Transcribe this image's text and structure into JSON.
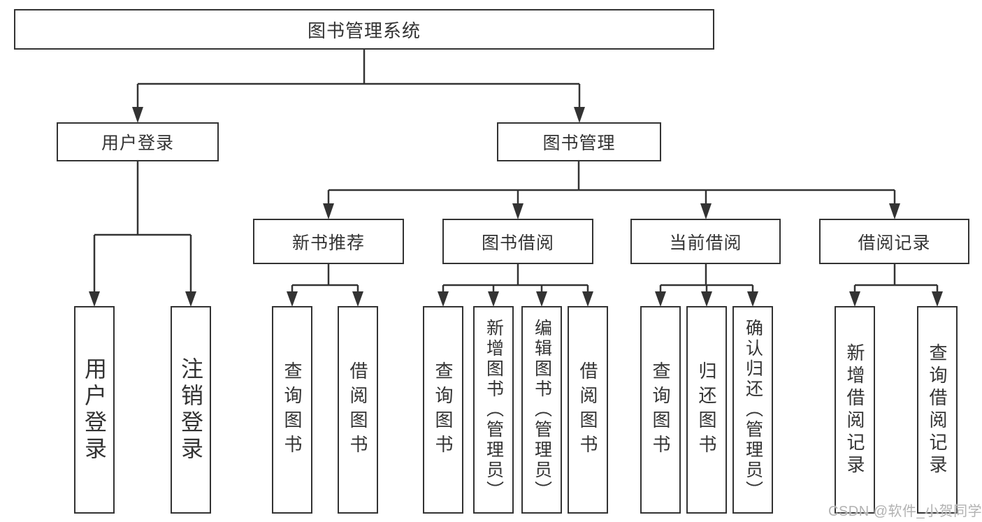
{
  "diagram": {
    "root": {
      "label": "图书管理系统"
    },
    "children": [
      {
        "label": "用户登录",
        "children": [
          {
            "label": "用户登录"
          },
          {
            "label": "注销登录"
          }
        ]
      },
      {
        "label": "图书管理",
        "children": [
          {
            "label": "新书推荐",
            "children": [
              {
                "label": "查询图书"
              },
              {
                "label": "借阅图书"
              }
            ]
          },
          {
            "label": "图书借阅",
            "children": [
              {
                "label": "查询图书"
              },
              {
                "label": "新增图书（管理员）"
              },
              {
                "label": "编辑图书（管理员）"
              },
              {
                "label": "借阅图书"
              }
            ]
          },
          {
            "label": "当前借阅",
            "children": [
              {
                "label": "查询图书"
              },
              {
                "label": "归还图书"
              },
              {
                "label": "确认归还（管理员）"
              }
            ]
          },
          {
            "label": "借阅记录",
            "children": [
              {
                "label": "新增借阅记录"
              },
              {
                "label": "查询借阅记录"
              }
            ]
          }
        ]
      }
    ]
  },
  "watermark": {
    "text": "CSDN @软件_小贺同学"
  },
  "colors": {
    "line": "#333333",
    "box_border": "#333333",
    "text": "#333333",
    "watermark": "#b2b2b2",
    "background": "#ffffff"
  }
}
